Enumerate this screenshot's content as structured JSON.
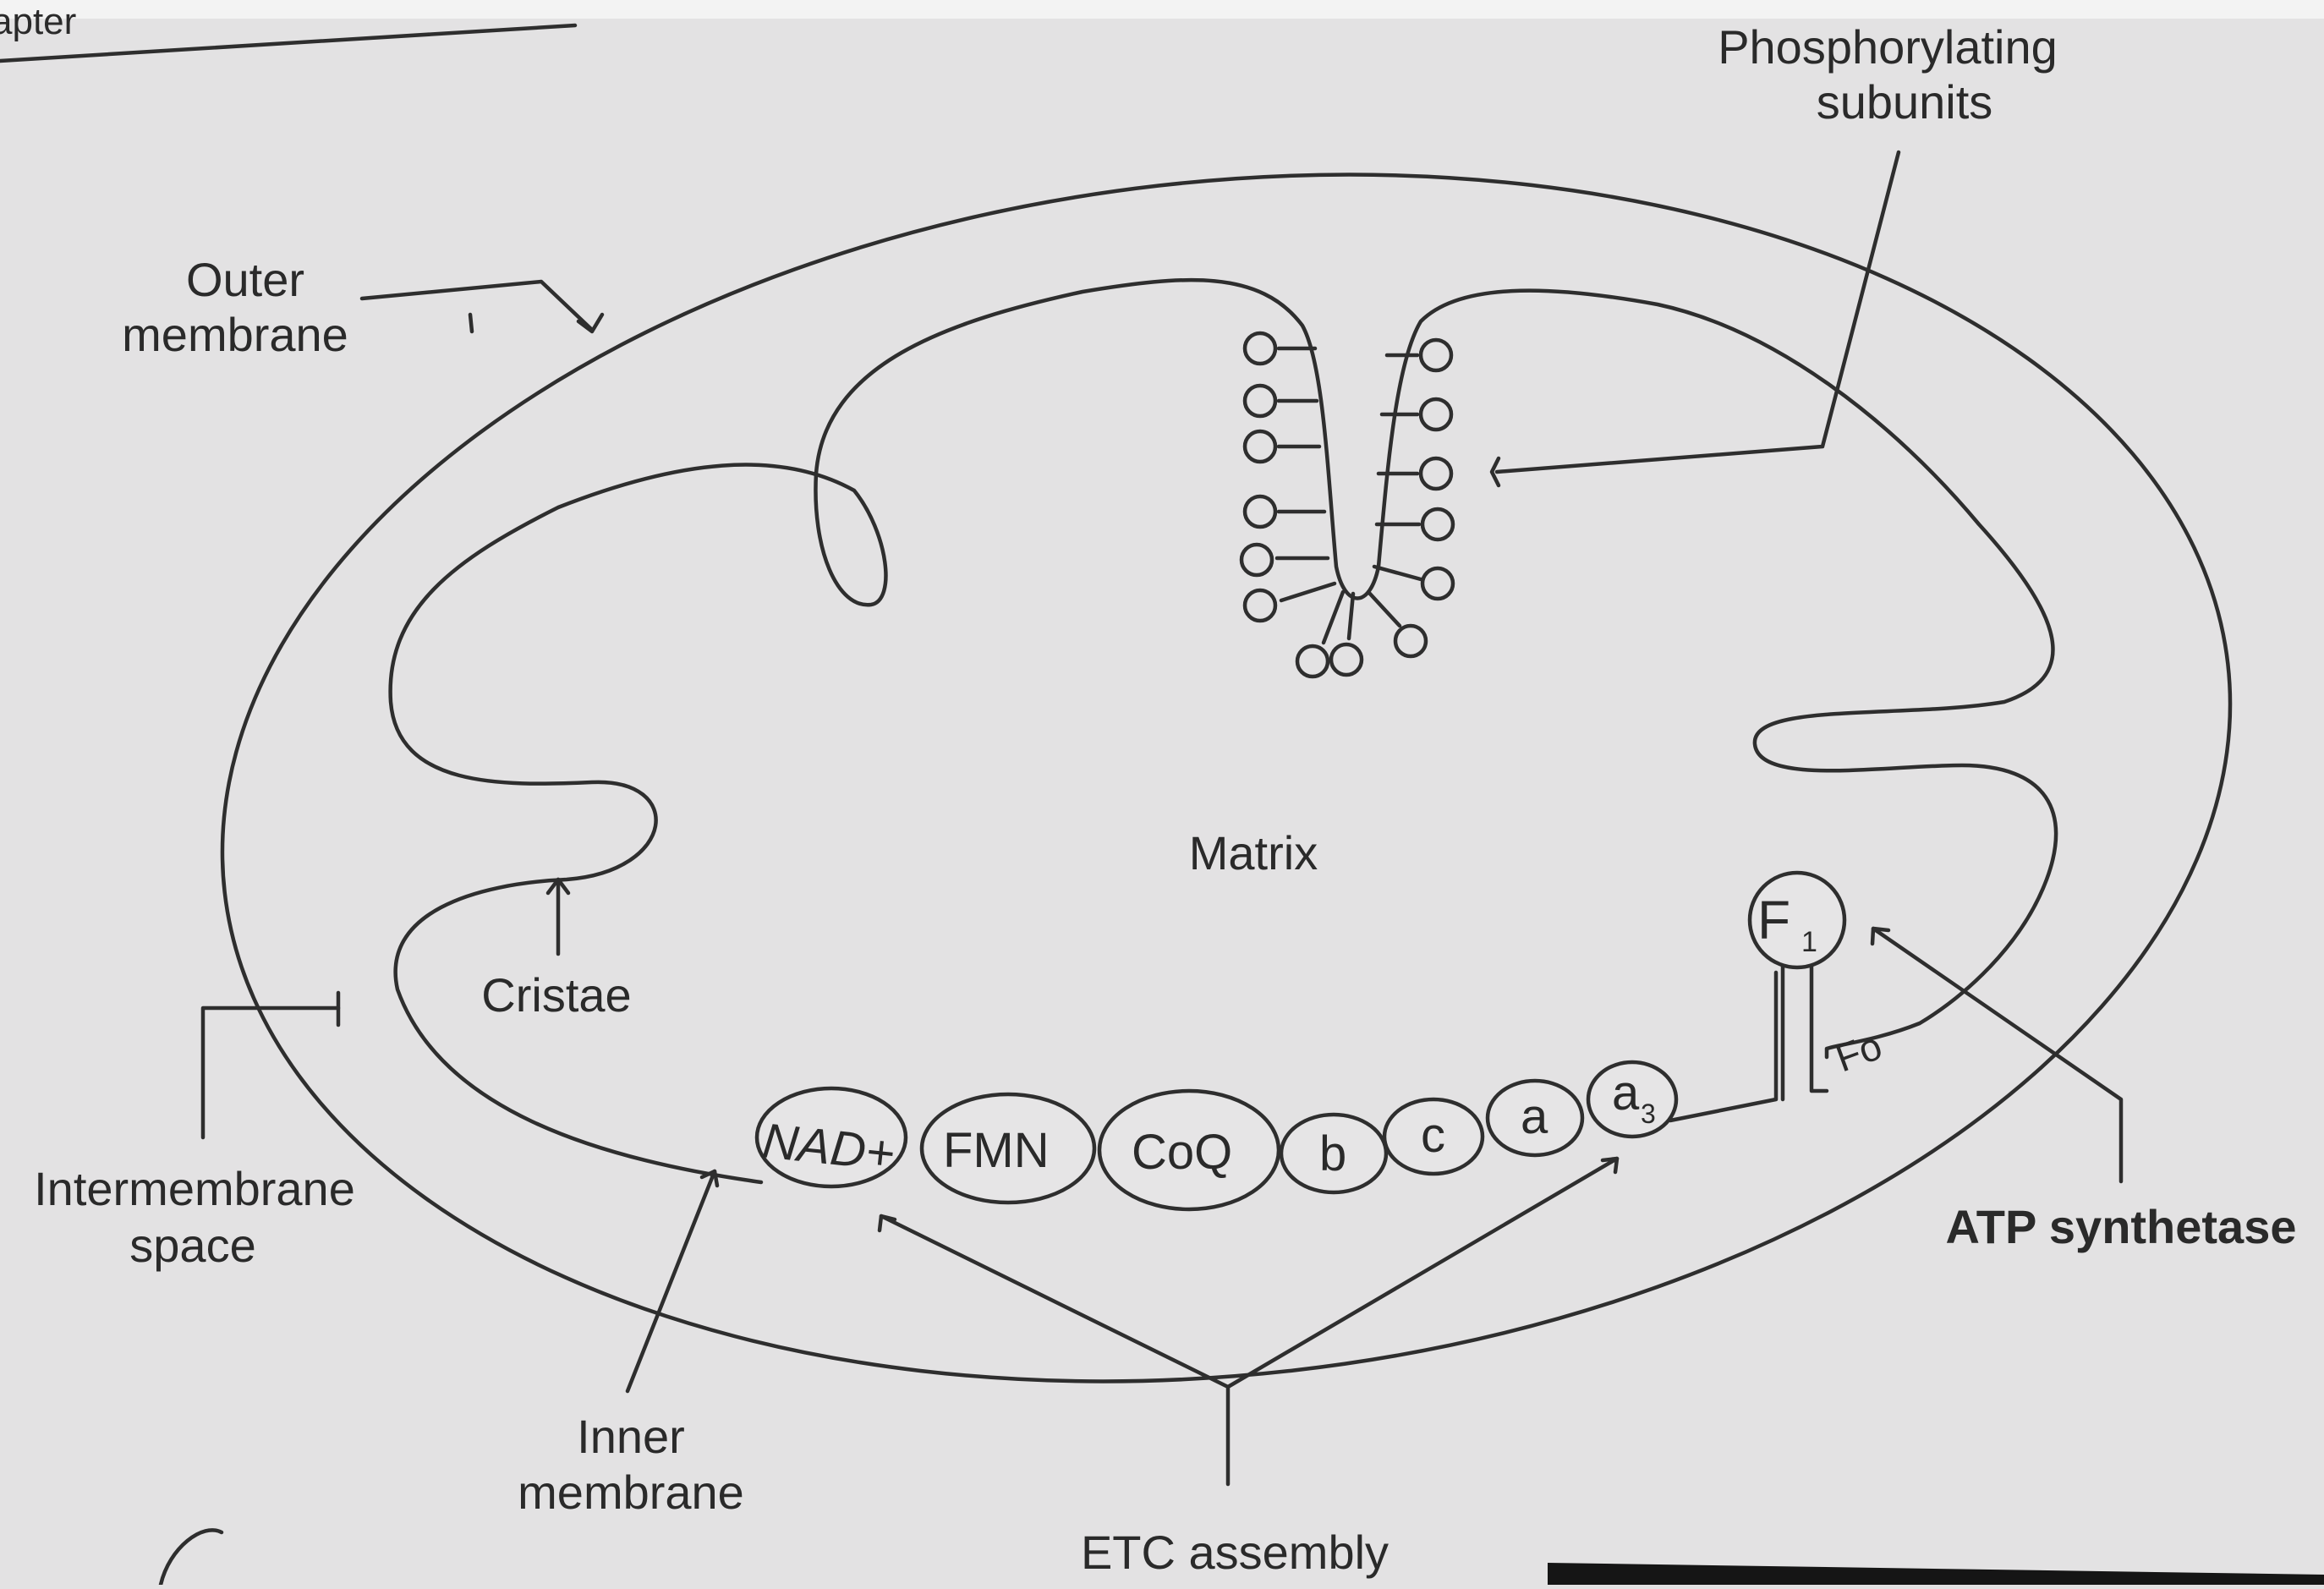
{
  "labels": {
    "outer_membrane": [
      "Outer",
      "membrane"
    ],
    "phosphorylating_subunits": [
      "Phosphorylating",
      "subunits"
    ],
    "matrix": "Matrix",
    "cristae": "Cristae",
    "intermembrane_space": [
      "Intermembrane",
      "space"
    ],
    "inner_membrane": [
      "Inner",
      "membrane"
    ],
    "etc_assembly": "ETC assembly",
    "atp_synthetase": "ATP synthetase",
    "f1": "F",
    "f1_sub": "1",
    "fo": "Fo",
    "header_fragment": "apter"
  },
  "etc_chain": [
    {
      "label": "NAD+"
    },
    {
      "label": "FMN"
    },
    {
      "label": "CoQ"
    },
    {
      "label": "b"
    },
    {
      "label": "c"
    },
    {
      "label": "a"
    },
    {
      "label": "a",
      "sub": "3"
    }
  ]
}
